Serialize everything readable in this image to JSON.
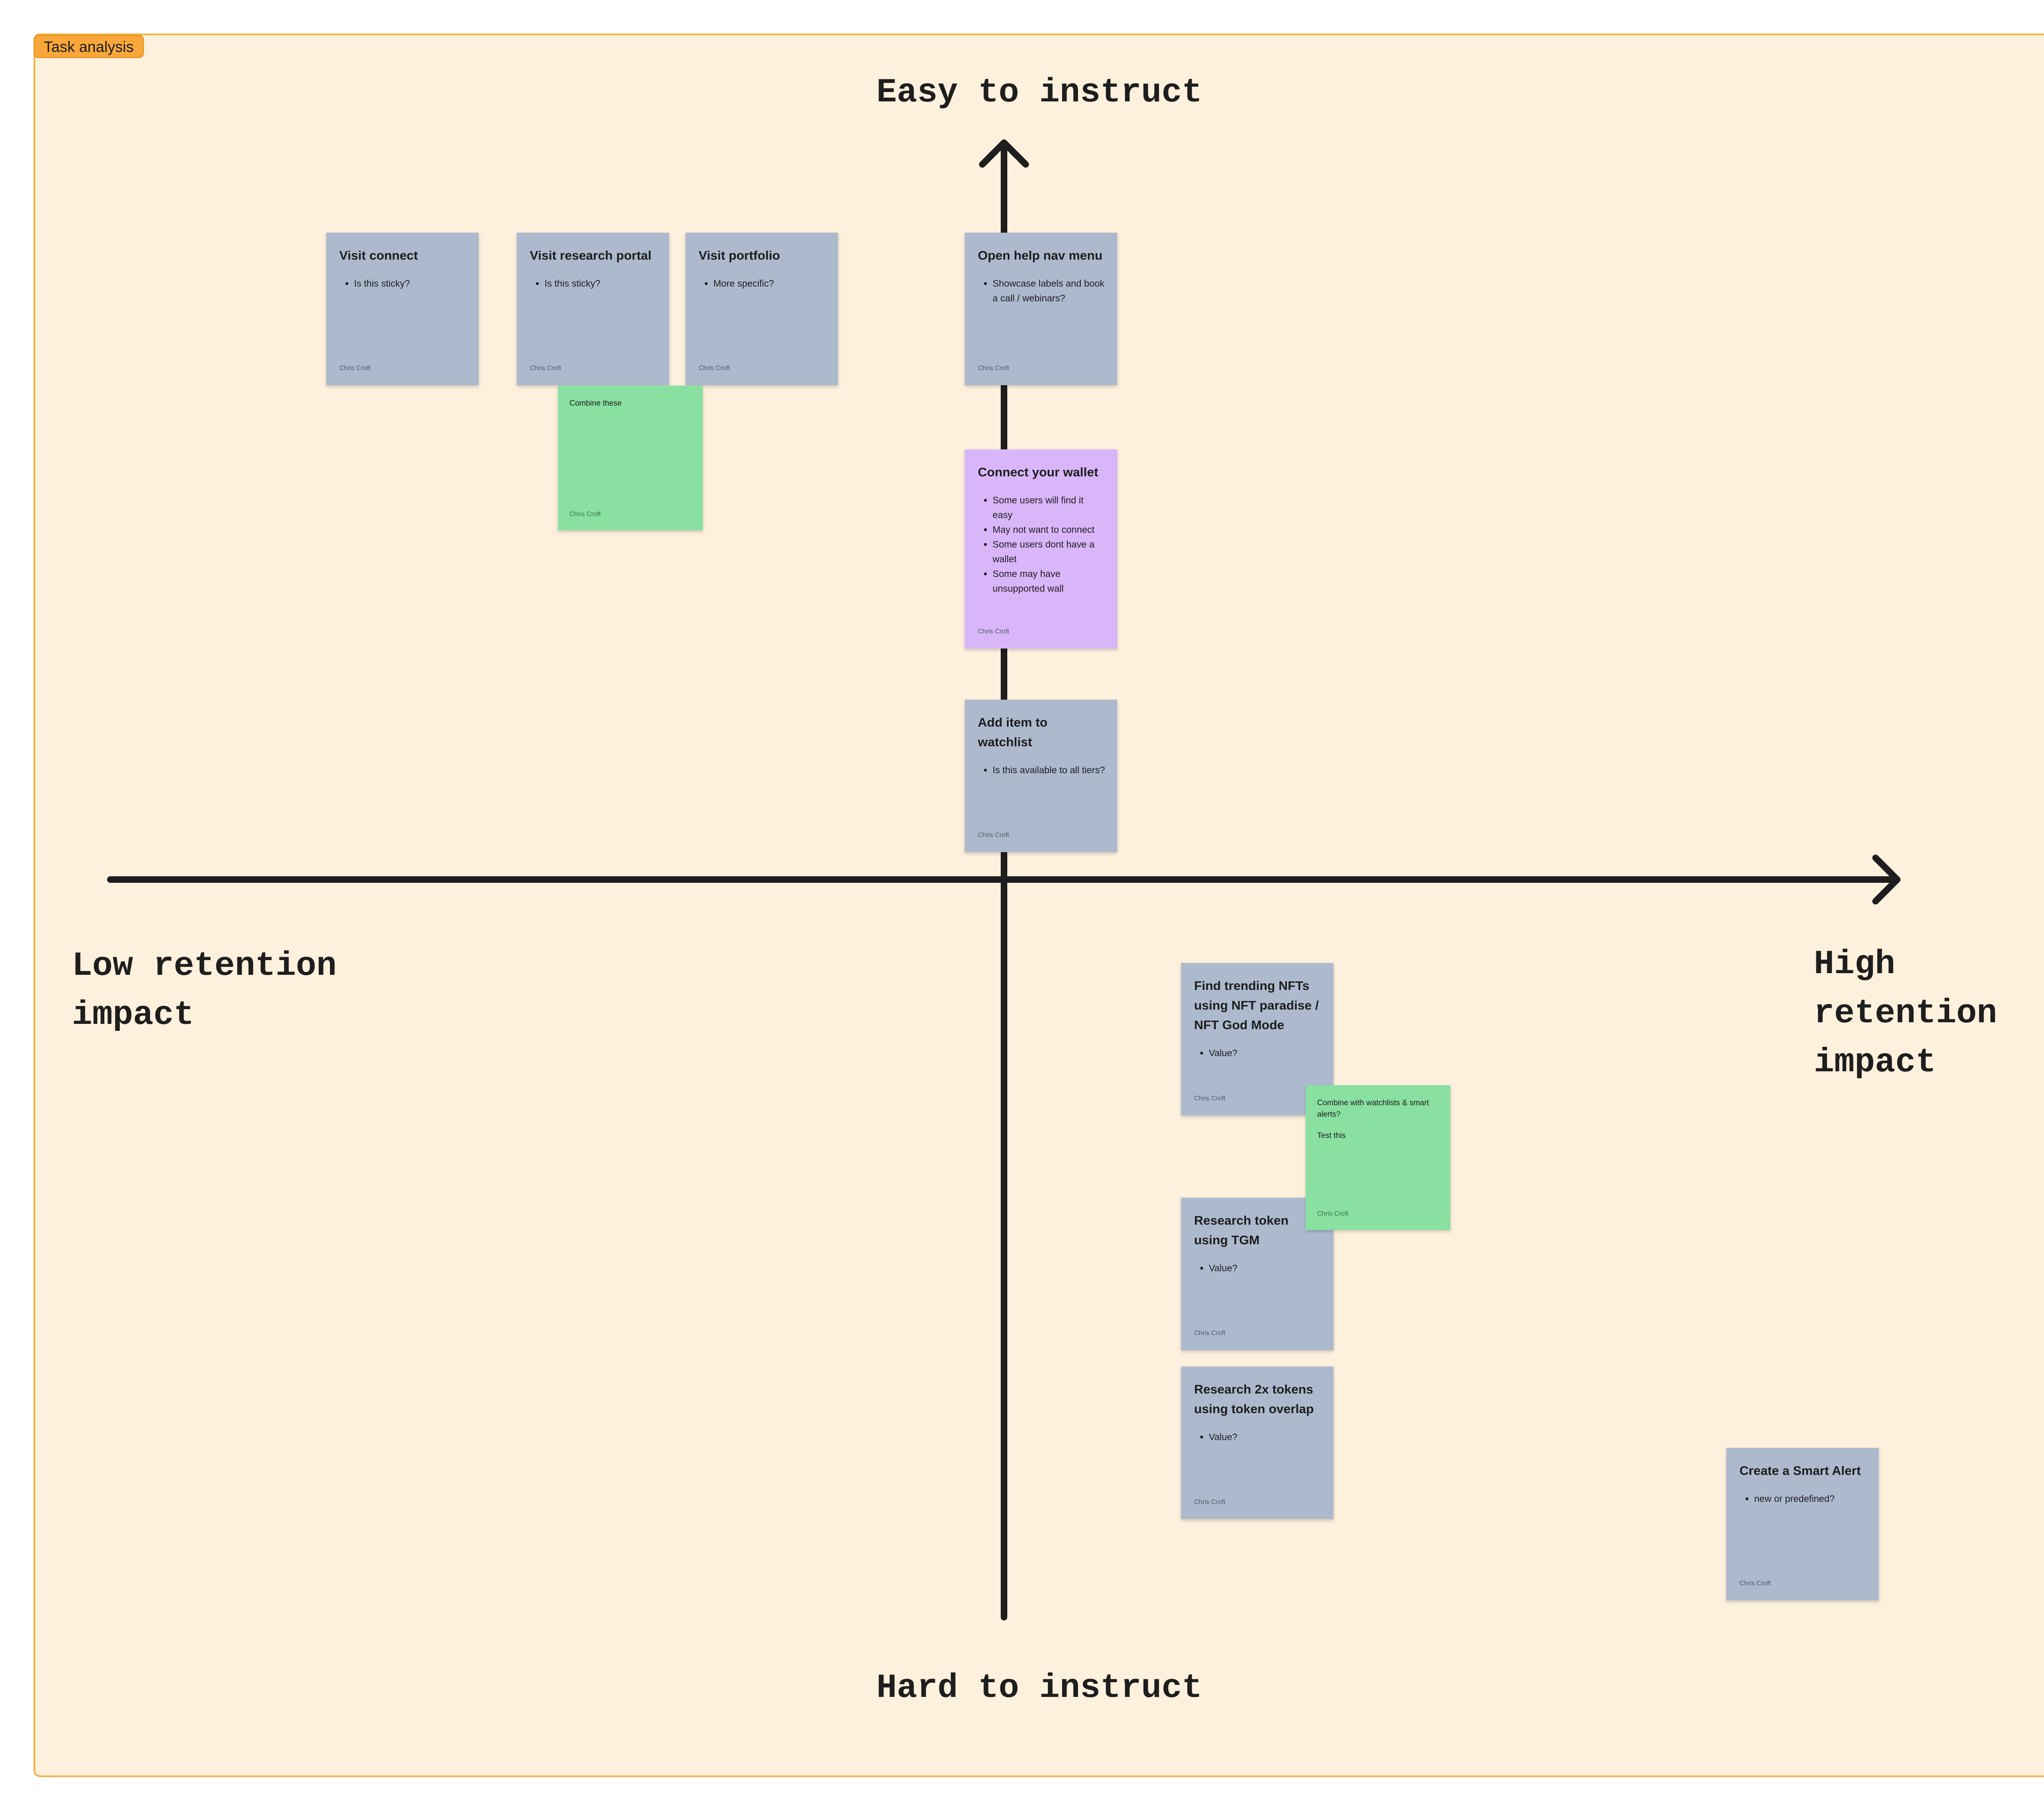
{
  "section": {
    "label": "Task analysis"
  },
  "axes": {
    "top": "Easy to instruct",
    "bottom": "Hard to instruct",
    "left": "Low retention\nimpact",
    "right": "High\nretention\nimpact"
  },
  "notes": {
    "visit_connect": {
      "title": "Visit connect",
      "bullets": [
        "Is this sticky?"
      ],
      "author": "Chris Croft",
      "color": "#adbacd"
    },
    "visit_research_portal": {
      "title": "Visit research portal",
      "bullets": [
        "Is this sticky?"
      ],
      "author": "Chris Croft",
      "color": "#adbacd"
    },
    "visit_portfolio": {
      "title": "Visit portfolio",
      "bullets": [
        "More specific?"
      ],
      "author": "Chris Croft",
      "color": "#adbacd"
    },
    "open_help_nav": {
      "title": "Open help nav menu",
      "bullets": [
        "Showcase labels and book a call / webinars?"
      ],
      "author": "Chris Croft",
      "color": "#adbacd"
    },
    "combine_these": {
      "text": "Combine these",
      "author": "Chris Croft",
      "color": "#89e0a1"
    },
    "connect_wallet": {
      "title": "Connect your wallet",
      "bullets": [
        "Some users will find it easy",
        "May not want to connect",
        "Some users dont have a wallet",
        "Some may have unsupported wall"
      ],
      "author": "Chris Croft",
      "color": "#d9b6fa"
    },
    "add_watchlist": {
      "title": "Add item to watchlist",
      "bullets": [
        "Is this available to all tiers?"
      ],
      "author": "Chris Croft",
      "color": "#adbacd"
    },
    "trending_nfts": {
      "title": "Find trending NFTs using NFT paradise / NFT God Mode",
      "bullets": [
        "Value?"
      ],
      "author": "Chris Croft",
      "color": "#adbacd"
    },
    "combine_watchlists": {
      "text": "Combine with watchlists & smart alerts?",
      "text2": "Test this",
      "author": "Chris Croft",
      "color": "#89e0a1"
    },
    "research_tgm": {
      "title": "Research token using TGM",
      "bullets": [
        "Value?"
      ],
      "author": "Chris Croft",
      "color": "#adbacd"
    },
    "research_overlap": {
      "title": "Research 2x tokens using token overlap",
      "bullets": [
        "Value?"
      ],
      "author": "Chris Croft",
      "color": "#adbacd"
    },
    "smart_alert": {
      "title": "Create a Smart Alert",
      "bullets": [
        "new or predefined?"
      ],
      "author": "Chris Croft",
      "color": "#adbacd"
    }
  }
}
